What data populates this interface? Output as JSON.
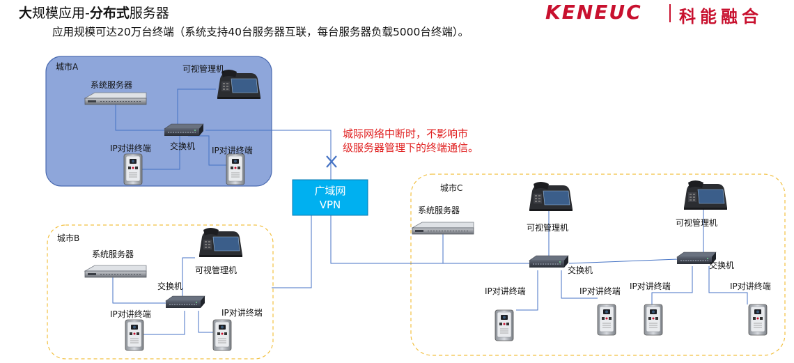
{
  "header": {
    "title_bold1": "大",
    "title_normal1": "规模应用-",
    "title_bold2": "分布式",
    "title_normal2": "服务器",
    "subtitle": "应用规模可达20万台终端（系统支持40台服务器互联，每台服务器负载5000台终端）。"
  },
  "logo": {
    "brand_en": "KENEUC",
    "brand_cn": "科能融合",
    "color": "#c8102e"
  },
  "colors": {
    "region_a_fill": "#8ea6da",
    "region_a_border": "#4a6ab0",
    "region_dashed_border": "#f2c040",
    "wan_fill": "#00b0f0",
    "line": "#4472c4",
    "break_mark": "#4472c4",
    "note": "#e02020"
  },
  "regions": {
    "a": {
      "name": "城市A",
      "server": "系统服务器",
      "phone": "可视管理机",
      "switch": "交换机",
      "terminal1": "IP对讲终端",
      "terminal2": "IP对讲终端"
    },
    "b": {
      "name": "城市B",
      "server": "系统服务器",
      "phone": "可视管理机",
      "switch": "交换机",
      "terminal1": "IP对讲终端",
      "terminal2": "IP对讲终端"
    },
    "c": {
      "name": "城市C",
      "server": "系统服务器",
      "phone1": "可视管理机",
      "phone2": "可视管理机",
      "switch1": "交换机",
      "switch2": "交换机",
      "terminal1": "IP对讲终端",
      "terminal2": "IP对讲终端",
      "terminal3": "IP对讲终端",
      "terminal4": "IP对讲终端"
    }
  },
  "wan": {
    "line1": "广域网",
    "line2": "VPN"
  },
  "note": {
    "line1": "城际网络中断时，不影响市",
    "line2": "级服务器管理下的终端通信。"
  },
  "icons": {
    "server": "rack-server-icon",
    "switch": "network-switch-icon",
    "phone": "video-phone-icon",
    "terminal": "intercom-terminal-icon",
    "break": "link-break-x-icon"
  }
}
